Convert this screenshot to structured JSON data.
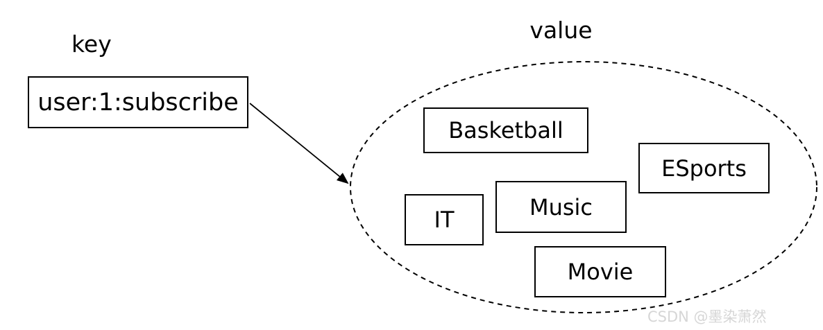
{
  "diagram": {
    "key": {
      "label": "key",
      "name": "user:1:subscribe"
    },
    "value": {
      "label": "value",
      "members": [
        "Basketball",
        "ESports",
        "IT",
        "Music",
        "Movie"
      ]
    },
    "colors": {
      "stroke": "#000000",
      "background": "#ffffff",
      "watermark": "#d6d6d6"
    }
  },
  "watermark": {
    "text": "CSDN @墨染萧然"
  }
}
